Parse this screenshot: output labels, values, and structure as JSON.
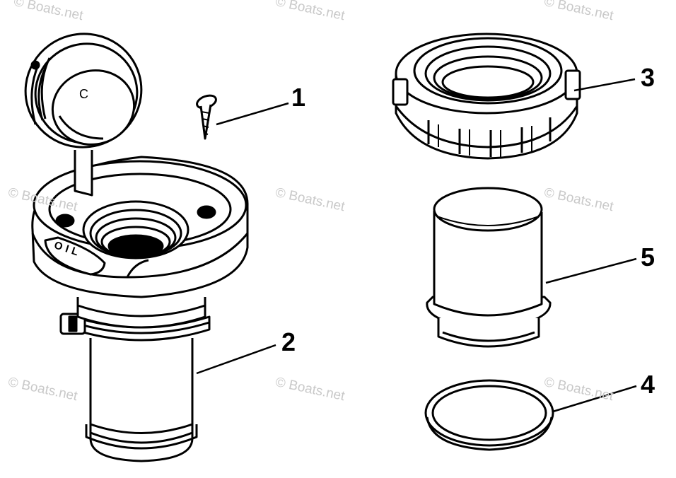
{
  "watermark": "© Boats.net",
  "callouts": [
    "1",
    "2",
    "3",
    "4",
    "5"
  ],
  "part_text": {
    "oil_label": "OIL",
    "cap_letter": "C"
  },
  "colors": {
    "ink": "#000000",
    "paper": "#ffffff",
    "watermark": "#c9c9c9"
  }
}
